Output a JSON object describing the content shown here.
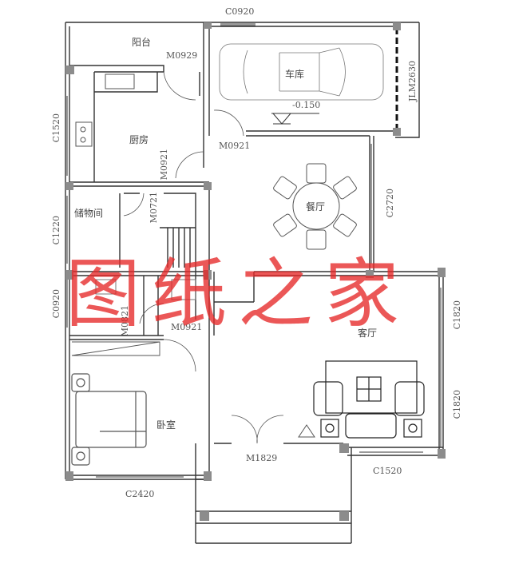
{
  "rooms": {
    "balcony": "阳台",
    "kitchen": "厨房",
    "garage": "车库",
    "dining": "餐厅",
    "storage": "储物间",
    "living": "客厅",
    "bedroom": "卧室"
  },
  "labels": {
    "c0920_top": "C0920",
    "m0929": "M0929",
    "c1520_left": "C1520",
    "m0921_kitchen": "M0921",
    "m0921_garage": "M0921",
    "jlm2630": "JLM2630",
    "elevation": "-0.150",
    "c1220": "C1220",
    "m0721": "M0721",
    "c2720": "C2720",
    "c0920_left": "C0920",
    "m0821": "M0821",
    "m0921_bath": "M0921",
    "c1820_upper": "C1820",
    "c1820_lower": "C1820",
    "m1829": "M1829",
    "c1520_bottom": "C1520",
    "c2420": "C2420"
  },
  "watermark": "图纸之家",
  "colors": {
    "wall": "#333333",
    "column": "#8c8c8c",
    "watermark": "#e62828",
    "text": "#555555"
  }
}
